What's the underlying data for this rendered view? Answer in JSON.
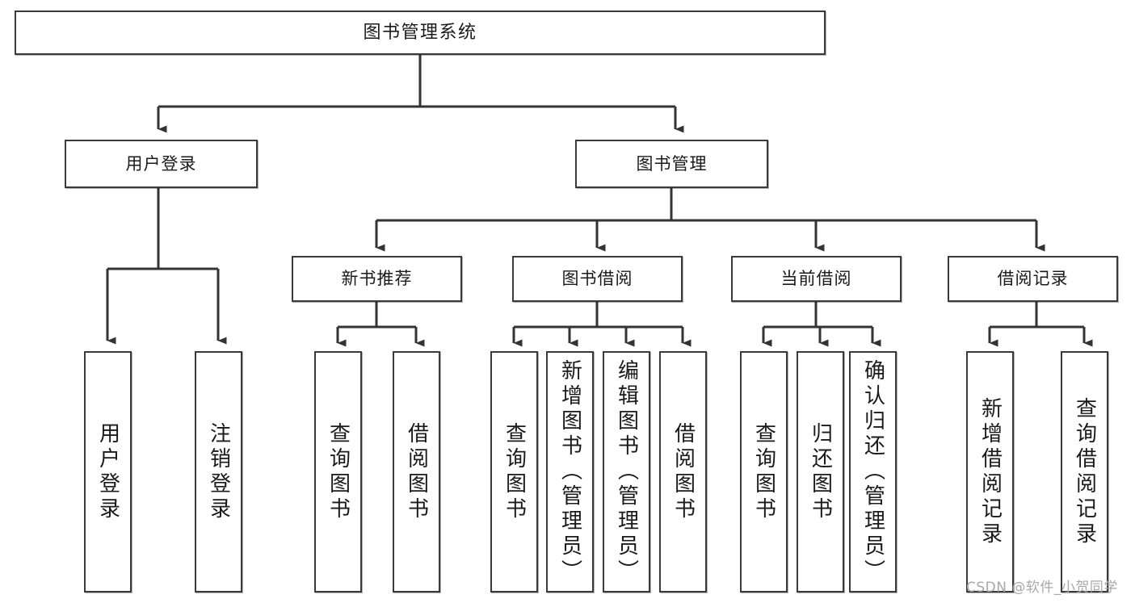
{
  "diagram": {
    "title": "图书管理系统",
    "type": "tree",
    "orientation": "top-down",
    "colors": {
      "background": "#ffffff",
      "node_fill": "#ffffff",
      "node_border": "#3a3a3a",
      "connector": "#333333",
      "text": "#1a1a1a",
      "watermark": "#a8a8a8"
    },
    "nodes": {
      "root": {
        "label": "图书管理系统",
        "level": 0
      },
      "level1": [
        {
          "id": "user-login",
          "label": "用户登录"
        },
        {
          "id": "book-management",
          "label": "图书管理"
        }
      ],
      "level2": [
        {
          "id": "new-book-recommend",
          "label": "新书推荐",
          "parent": "book-management"
        },
        {
          "id": "book-borrow",
          "label": "图书借阅",
          "parent": "book-management"
        },
        {
          "id": "current-borrow",
          "label": "当前借阅",
          "parent": "book-management"
        },
        {
          "id": "borrow-record",
          "label": "借阅记录",
          "parent": "book-management"
        }
      ],
      "leaves": {
        "user-login": [
          {
            "id": "leaf-user-login",
            "label": "用户登录"
          },
          {
            "id": "leaf-logout",
            "label": "注销登录"
          }
        ],
        "new-book-recommend": [
          {
            "id": "leaf-query-book-1",
            "label": "查询图书"
          },
          {
            "id": "leaf-borrow-book-1",
            "label": "借阅图书"
          }
        ],
        "book-borrow": [
          {
            "id": "leaf-query-book-2",
            "label": "查询图书"
          },
          {
            "id": "leaf-add-book",
            "label": "新增图书（管理员）"
          },
          {
            "id": "leaf-edit-book",
            "label": "编辑图书（管理员）"
          },
          {
            "id": "leaf-borrow-book-2",
            "label": "借阅图书"
          }
        ],
        "current-borrow": [
          {
            "id": "leaf-query-book-3",
            "label": "查询图书"
          },
          {
            "id": "leaf-return-book",
            "label": "归还图书"
          },
          {
            "id": "leaf-confirm-return",
            "label": "确认归还（管理员）"
          }
        ],
        "borrow-record": [
          {
            "id": "leaf-add-record",
            "label": "新增借阅记录"
          },
          {
            "id": "leaf-query-record",
            "label": "查询借阅记录"
          }
        ]
      }
    },
    "watermark": "CSDN @软件_小贺同学"
  }
}
